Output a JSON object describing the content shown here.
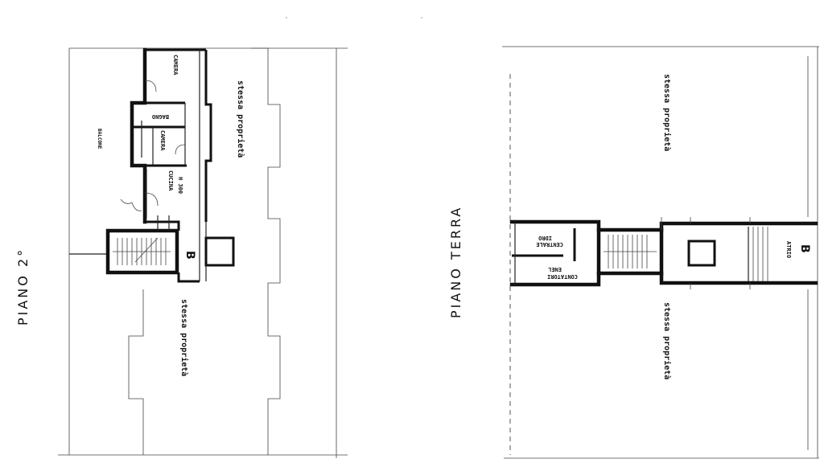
{
  "floors": [
    {
      "title": "PIANO 2°",
      "rooms": {
        "camera_top": "CAMERA",
        "bagno": "BAGNO",
        "camera_mid": "CAMERA",
        "cucina": "CUCINA",
        "cucina_height": "H 300",
        "balcone": "BALCONE",
        "scala_label": "B"
      },
      "notes": {
        "stessa_top": "stessa proprietà",
        "stessa_right": "stessa proprietà",
        "stessa_bottom": "stessa proprietà"
      }
    },
    {
      "title": "PIANO TERRA",
      "rooms": {
        "centrale_line1": "CENTRALE",
        "centrale_line2": "IDRO",
        "contatori_line1": "CONTATORI",
        "contatori_line2": "ENEL",
        "atrio": "ATRIO",
        "scala_label": "B"
      },
      "notes": {
        "stessa_top": "stessa proprietà",
        "stessa_bottom": "stessa proprietà"
      }
    }
  ]
}
